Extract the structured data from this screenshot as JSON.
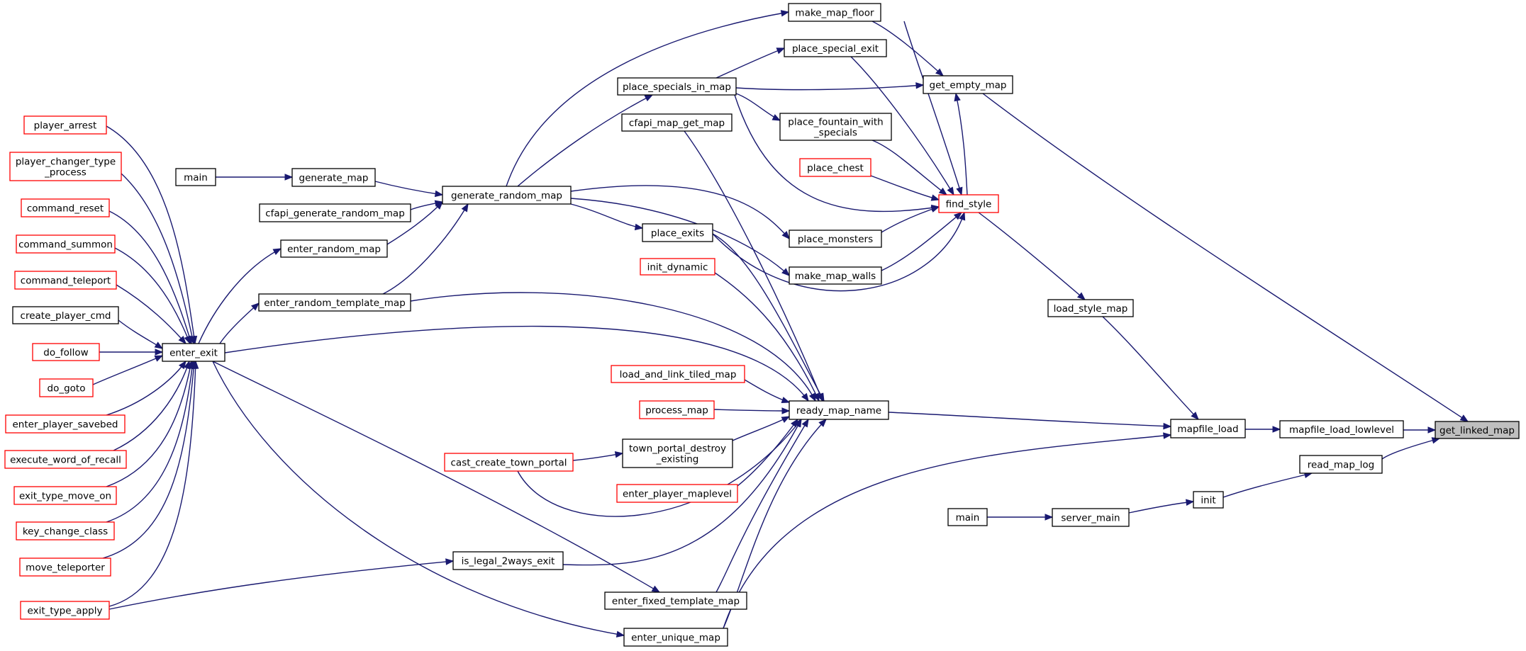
{
  "nodes": [
    {
      "id": "get_linked_map",
      "label": "get_linked_map",
      "style": "gray"
    },
    {
      "id": "get_empty_map",
      "label": "get_empty_map",
      "style": "black"
    },
    {
      "id": "mapfile_load_lowlevel",
      "label": "mapfile_load_lowlevel",
      "style": "black"
    },
    {
      "id": "read_map_log",
      "label": "read_map_log",
      "style": "black"
    },
    {
      "id": "make_map_floor",
      "label": "make_map_floor",
      "style": "black"
    },
    {
      "id": "place_special_exit",
      "label": "place_special_exit",
      "style": "black"
    },
    {
      "id": "place_specials_in_map",
      "label": "place_specials_in_map",
      "style": "black"
    },
    {
      "id": "cfapi_map_get_map",
      "label": "cfapi_map_get_map",
      "style": "black"
    },
    {
      "id": "place_fountain_with_specials",
      "label": [
        "place_fountain_with",
        "_specials"
      ],
      "style": "black"
    },
    {
      "id": "place_chest",
      "label": "place_chest",
      "style": "red"
    },
    {
      "id": "find_style",
      "label": "find_style",
      "style": "red"
    },
    {
      "id": "place_monsters",
      "label": "place_monsters",
      "style": "black"
    },
    {
      "id": "make_map_walls",
      "label": "make_map_walls",
      "style": "black"
    },
    {
      "id": "load_style_map",
      "label": "load_style_map",
      "style": "black"
    },
    {
      "id": "mapfile_load",
      "label": "mapfile_load",
      "style": "black"
    },
    {
      "id": "generate_random_map",
      "label": "generate_random_map",
      "style": "black"
    },
    {
      "id": "generate_map",
      "label": "generate_map",
      "style": "black"
    },
    {
      "id": "main1",
      "label": "main",
      "style": "black"
    },
    {
      "id": "cfapi_generate_random_map",
      "label": "cfapi_generate_random_map",
      "style": "black"
    },
    {
      "id": "enter_random_map",
      "label": "enter_random_map",
      "style": "black"
    },
    {
      "id": "enter_random_template_map",
      "label": "enter_random_template_map",
      "style": "black"
    },
    {
      "id": "place_exits",
      "label": "place_exits",
      "style": "black"
    },
    {
      "id": "init_dynamic",
      "label": "init_dynamic",
      "style": "red"
    },
    {
      "id": "enter_exit",
      "label": "enter_exit",
      "style": "black"
    },
    {
      "id": "player_arrest",
      "label": "player_arrest",
      "style": "red"
    },
    {
      "id": "player_changer_type_process",
      "label": [
        "player_changer_type",
        "_process"
      ],
      "style": "red"
    },
    {
      "id": "command_reset",
      "label": "command_reset",
      "style": "red"
    },
    {
      "id": "command_summon",
      "label": "command_summon",
      "style": "red"
    },
    {
      "id": "command_teleport",
      "label": "command_teleport",
      "style": "red"
    },
    {
      "id": "create_player_cmd",
      "label": "create_player_cmd",
      "style": "black"
    },
    {
      "id": "do_follow",
      "label": "do_follow",
      "style": "red"
    },
    {
      "id": "do_goto",
      "label": "do_goto",
      "style": "red"
    },
    {
      "id": "enter_player_savebed",
      "label": "enter_player_savebed",
      "style": "red"
    },
    {
      "id": "execute_word_of_recall",
      "label": "execute_word_of_recall",
      "style": "red"
    },
    {
      "id": "exit_type_move_on",
      "label": "exit_type_move_on",
      "style": "red"
    },
    {
      "id": "key_change_class",
      "label": "key_change_class",
      "style": "red"
    },
    {
      "id": "move_teleporter",
      "label": "move_teleporter",
      "style": "red"
    },
    {
      "id": "exit_type_apply",
      "label": "exit_type_apply",
      "style": "red"
    },
    {
      "id": "load_and_link_tiled_map",
      "label": "load_and_link_tiled_map",
      "style": "red"
    },
    {
      "id": "process_map",
      "label": "process_map",
      "style": "red"
    },
    {
      "id": "ready_map_name",
      "label": "ready_map_name",
      "style": "black"
    },
    {
      "id": "town_portal_destroy_existing",
      "label": [
        "town_portal_destroy",
        "_existing"
      ],
      "style": "black"
    },
    {
      "id": "cast_create_town_portal",
      "label": "cast_create_town_portal",
      "style": "red"
    },
    {
      "id": "enter_player_maplevel",
      "label": "enter_player_maplevel",
      "style": "red"
    },
    {
      "id": "is_legal_2ways_exit",
      "label": "is_legal_2ways_exit",
      "style": "black"
    },
    {
      "id": "enter_fixed_template_map",
      "label": "enter_fixed_template_map",
      "style": "black"
    },
    {
      "id": "enter_unique_map",
      "label": "enter_unique_map",
      "style": "black"
    },
    {
      "id": "init",
      "label": "init",
      "style": "black"
    },
    {
      "id": "server_main",
      "label": "server_main",
      "style": "black"
    },
    {
      "id": "main2",
      "label": "main",
      "style": "black"
    }
  ],
  "edges": [
    {
      "from": "get_linked_map",
      "to": "get_empty_map"
    },
    {
      "from": "get_linked_map",
      "to": "mapfile_load_lowlevel"
    },
    {
      "from": "get_linked_map",
      "to": "read_map_log"
    },
    {
      "from": "get_empty_map",
      "to": "make_map_floor"
    },
    {
      "from": "get_empty_map",
      "to": "place_specials_in_map"
    },
    {
      "from": "get_empty_map",
      "to": "find_style"
    },
    {
      "from": "make_map_floor",
      "to": "generate_random_map"
    },
    {
      "from": "place_special_exit",
      "to": "place_specials_in_map"
    },
    {
      "from": "place_specials_in_map",
      "to": "generate_random_map"
    },
    {
      "from": "place_fountain_with_specials",
      "to": "place_specials_in_map"
    },
    {
      "from": "find_style",
      "to": "make_map_floor"
    },
    {
      "from": "find_style",
      "to": "place_special_exit"
    },
    {
      "from": "find_style",
      "to": "place_specials_in_map"
    },
    {
      "from": "find_style",
      "to": "place_fountain_with_specials"
    },
    {
      "from": "find_style",
      "to": "place_chest"
    },
    {
      "from": "find_style",
      "to": "place_monsters"
    },
    {
      "from": "find_style",
      "to": "make_map_walls"
    },
    {
      "from": "find_style",
      "to": "place_exits"
    },
    {
      "from": "load_style_map",
      "to": "find_style"
    },
    {
      "from": "mapfile_load",
      "to": "load_style_map"
    },
    {
      "from": "mapfile_load",
      "to": "ready_map_name"
    },
    {
      "from": "mapfile_load",
      "to": "enter_unique_map"
    },
    {
      "from": "mapfile_load_lowlevel",
      "to": "mapfile_load"
    },
    {
      "from": "place_monsters",
      "to": "generate_random_map"
    },
    {
      "from": "make_map_walls",
      "to": "generate_random_map"
    },
    {
      "from": "place_exits",
      "to": "generate_random_map"
    },
    {
      "from": "generate_random_map",
      "to": "generate_map"
    },
    {
      "from": "generate_random_map",
      "to": "cfapi_generate_random_map"
    },
    {
      "from": "generate_random_map",
      "to": "enter_random_map"
    },
    {
      "from": "generate_random_map",
      "to": "enter_random_template_map"
    },
    {
      "from": "generate_map",
      "to": "main1"
    },
    {
      "from": "enter_random_map",
      "to": "enter_exit"
    },
    {
      "from": "enter_random_template_map",
      "to": "enter_exit"
    },
    {
      "from": "enter_exit",
      "to": "player_arrest"
    },
    {
      "from": "enter_exit",
      "to": "player_changer_type_process"
    },
    {
      "from": "enter_exit",
      "to": "command_reset"
    },
    {
      "from": "enter_exit",
      "to": "command_summon"
    },
    {
      "from": "enter_exit",
      "to": "command_teleport"
    },
    {
      "from": "enter_exit",
      "to": "create_player_cmd"
    },
    {
      "from": "enter_exit",
      "to": "do_follow"
    },
    {
      "from": "enter_exit",
      "to": "do_goto"
    },
    {
      "from": "enter_exit",
      "to": "enter_player_savebed"
    },
    {
      "from": "enter_exit",
      "to": "execute_word_of_recall"
    },
    {
      "from": "enter_exit",
      "to": "exit_type_move_on"
    },
    {
      "from": "enter_exit",
      "to": "key_change_class"
    },
    {
      "from": "enter_exit",
      "to": "move_teleporter"
    },
    {
      "from": "enter_exit",
      "to": "exit_type_apply"
    },
    {
      "from": "ready_map_name",
      "to": "cfapi_map_get_map"
    },
    {
      "from": "ready_map_name",
      "to": "place_exits"
    },
    {
      "from": "ready_map_name",
      "to": "init_dynamic"
    },
    {
      "from": "ready_map_name",
      "to": "enter_random_template_map"
    },
    {
      "from": "ready_map_name",
      "to": "enter_exit"
    },
    {
      "from": "ready_map_name",
      "to": "load_and_link_tiled_map"
    },
    {
      "from": "ready_map_name",
      "to": "process_map"
    },
    {
      "from": "ready_map_name",
      "to": "town_portal_destroy_existing"
    },
    {
      "from": "ready_map_name",
      "to": "cast_create_town_portal"
    },
    {
      "from": "ready_map_name",
      "to": "enter_player_maplevel"
    },
    {
      "from": "ready_map_name",
      "to": "is_legal_2ways_exit"
    },
    {
      "from": "ready_map_name",
      "to": "enter_fixed_template_map"
    },
    {
      "from": "ready_map_name",
      "to": "enter_unique_map"
    },
    {
      "from": "town_portal_destroy_existing",
      "to": "cast_create_town_portal"
    },
    {
      "from": "is_legal_2ways_exit",
      "to": "exit_type_apply"
    },
    {
      "from": "enter_fixed_template_map",
      "to": "enter_exit"
    },
    {
      "from": "enter_unique_map",
      "to": "enter_exit"
    },
    {
      "from": "read_map_log",
      "to": "init"
    },
    {
      "from": "init",
      "to": "server_main"
    },
    {
      "from": "server_main",
      "to": "main2"
    }
  ]
}
